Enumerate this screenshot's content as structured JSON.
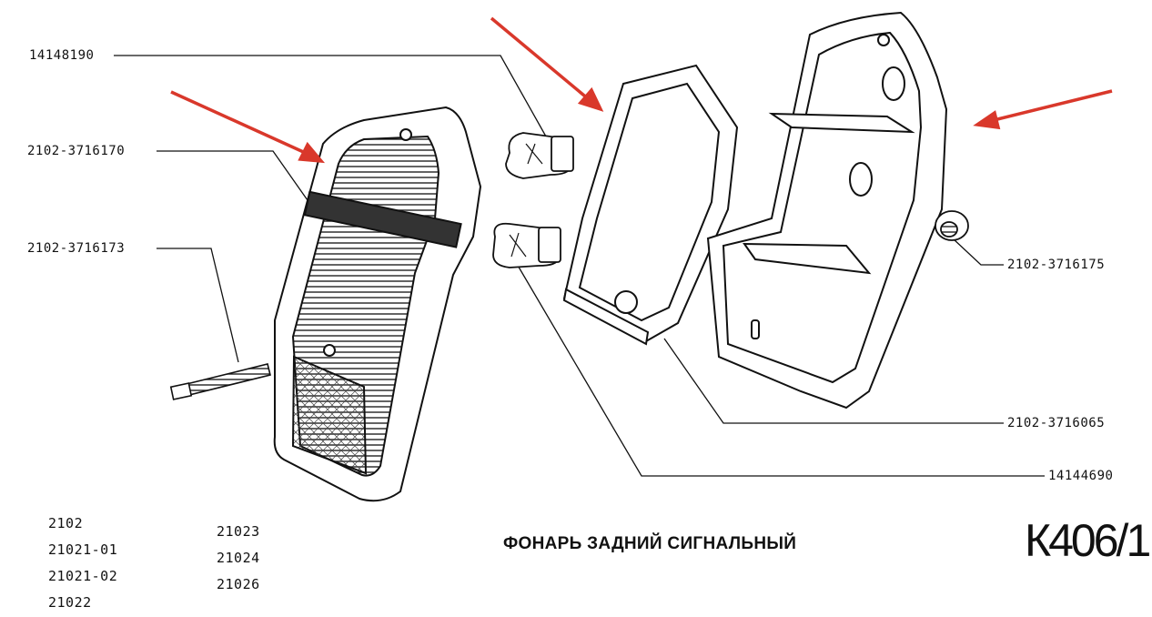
{
  "part_numbers": {
    "bulb_top": "14148190",
    "lens": "2102-3716170",
    "screw": "2102-3716173",
    "nut": "2102-3716175",
    "gasket": "2102-3716065",
    "bulb_bottom": "14144690"
  },
  "models": {
    "column1": [
      "2102",
      "21021-01",
      "21021-02",
      "21022"
    ],
    "column2": [
      "21023",
      "21024",
      "21026"
    ]
  },
  "title": "ФОНАРЬ ЗАДНИЙ СИГНАЛЬНЫЙ",
  "page_code": "К406/1",
  "colors": {
    "arrow": "#d9382b",
    "ink": "#111111"
  }
}
